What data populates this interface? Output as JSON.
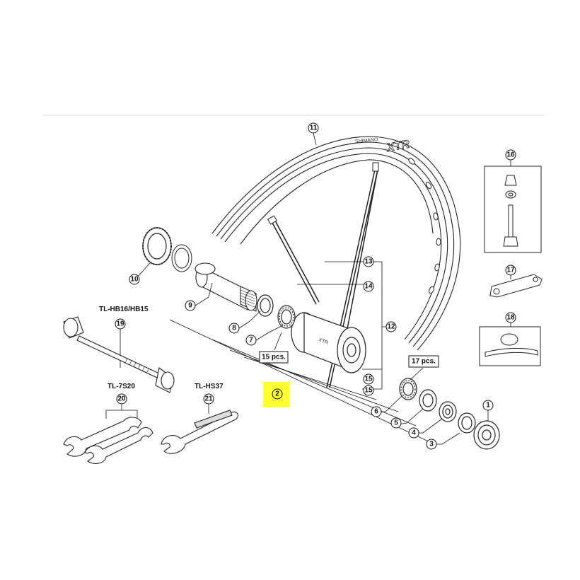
{
  "callouts": {
    "c1": "1",
    "c2": "2",
    "c3": "3",
    "c4": "4",
    "c5": "5",
    "c6": "6",
    "c7": "7",
    "c8": "8",
    "c9": "9",
    "c10": "10",
    "c11": "11",
    "c12": "12",
    "c13": "13",
    "c14": "14",
    "c15a": "15",
    "c15b": "15",
    "c16": "16",
    "c17": "17",
    "c18": "18",
    "c19": "19",
    "c20": "20",
    "c21": "21"
  },
  "boxes": {
    "pcs15": "15 pcs.",
    "pcs17": "17 pcs."
  },
  "tools": {
    "hub_tool": "TL-HB16/HB15",
    "cone_wrench": "TL-7S20",
    "spoke_tool": "TL-HS37"
  },
  "rim": {
    "brand": "SHIMANO",
    "model": "XTR"
  },
  "hub": {
    "model": "XTR"
  },
  "colors": {
    "highlight": "#ffff33",
    "line": "#111111"
  }
}
